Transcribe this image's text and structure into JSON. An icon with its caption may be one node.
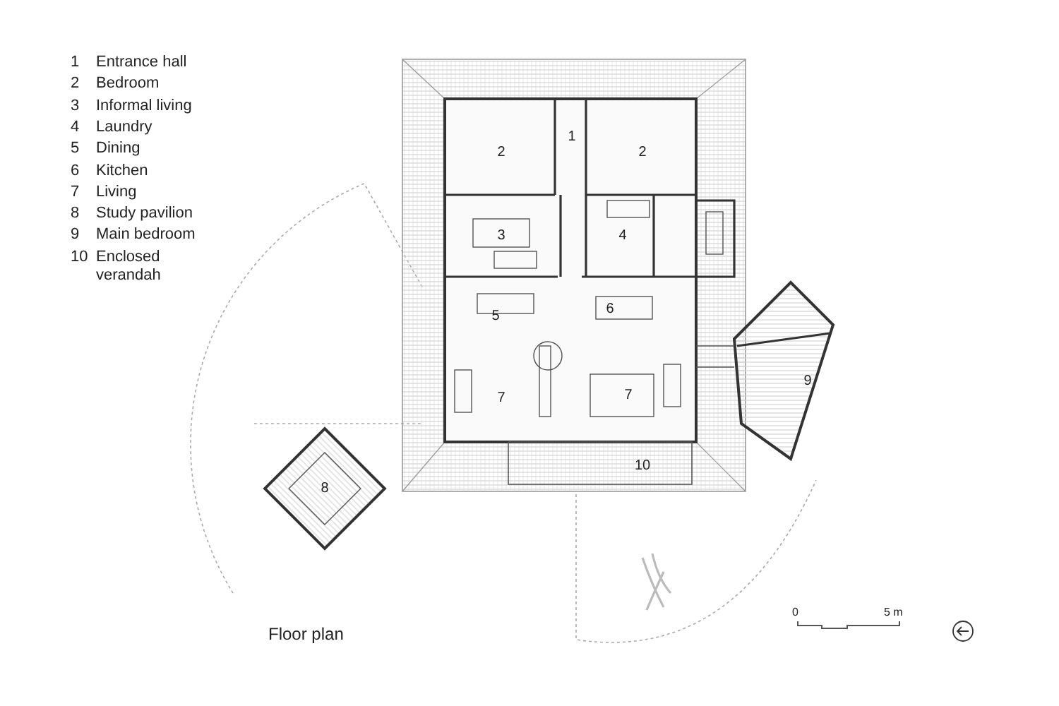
{
  "diagram": {
    "caption": "Floor plan",
    "labels": [
      "1",
      "Entrance hall",
      "2",
      "Bedroom",
      "3",
      "Informal living",
      "4",
      "Laundry",
      "5",
      "Dining",
      "6",
      "Kitchen",
      "7",
      "Living",
      "8",
      "Study pavilion",
      "9",
      "Main bedroom",
      "10",
      "Enclosed verandah",
      "1",
      "2",
      "2",
      "3",
      "4",
      "5",
      "6",
      "7",
      "7",
      "9",
      "8",
      "10",
      "0",
      "5 m"
    ]
  }
}
